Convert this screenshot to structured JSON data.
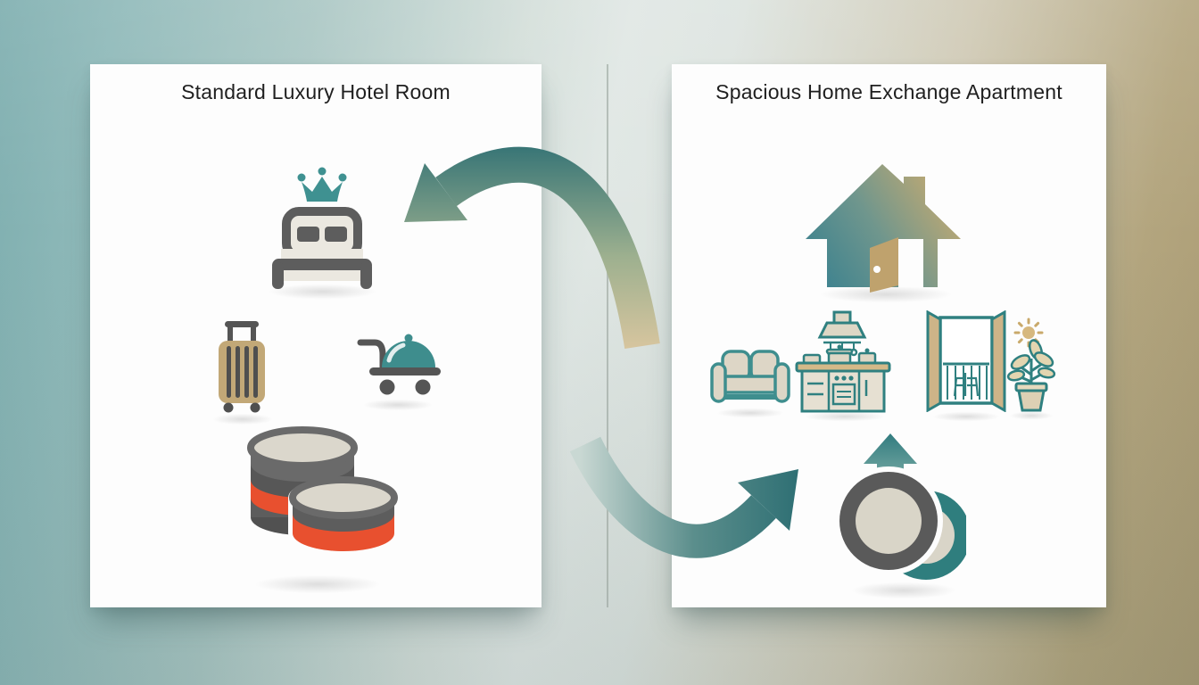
{
  "left_panel": {
    "title": "Standard Luxury Hotel Room",
    "icons": [
      {
        "name": "crowned-bed-icon",
        "meaning": "luxury hotel bed with crown"
      },
      {
        "name": "suitcase-icon",
        "meaning": "luggage"
      },
      {
        "name": "room-service-cart-icon",
        "meaning": "room service trolley with cloche"
      },
      {
        "name": "coin-stack-icon",
        "meaning": "stacks of coins / cost"
      }
    ]
  },
  "right_panel": {
    "title": "Spacious Home Exchange Apartment",
    "icons": [
      {
        "name": "house-open-door-icon",
        "meaning": "home with open door"
      },
      {
        "name": "sofa-icon",
        "meaning": "living room sofa"
      },
      {
        "name": "kitchen-icon",
        "meaning": "full kitchen with stove and hood"
      },
      {
        "name": "balcony-doors-icon",
        "meaning": "open balcony doors with railing"
      },
      {
        "name": "sun-icon",
        "meaning": "sunshine"
      },
      {
        "name": "potted-plant-icon",
        "meaning": "house plant"
      },
      {
        "name": "plates-upgrade-icon",
        "meaning": "plates with upward arrow"
      }
    ]
  },
  "arrows": {
    "top_arrow": {
      "direction": "right-to-left",
      "gradient": [
        "#2c6e73",
        "#dcc7a0"
      ]
    },
    "bottom_arrow": {
      "direction": "left-to-right",
      "gradient": [
        "#c9d8d3",
        "#2b6d72"
      ]
    }
  },
  "colors": {
    "background_left_teal": "#7cadae",
    "background_right_tan": "#aa9b74",
    "background_center": "#e0e7e4",
    "card_white": "#fdfdfd",
    "icon_gray": "#5d5d5d",
    "icon_teal": "#3e8d8d",
    "outline_teal": "#2f8080",
    "icon_tan": "#c2a877",
    "accent_orange": "#e8502f",
    "cream": "#dbd7cc"
  }
}
